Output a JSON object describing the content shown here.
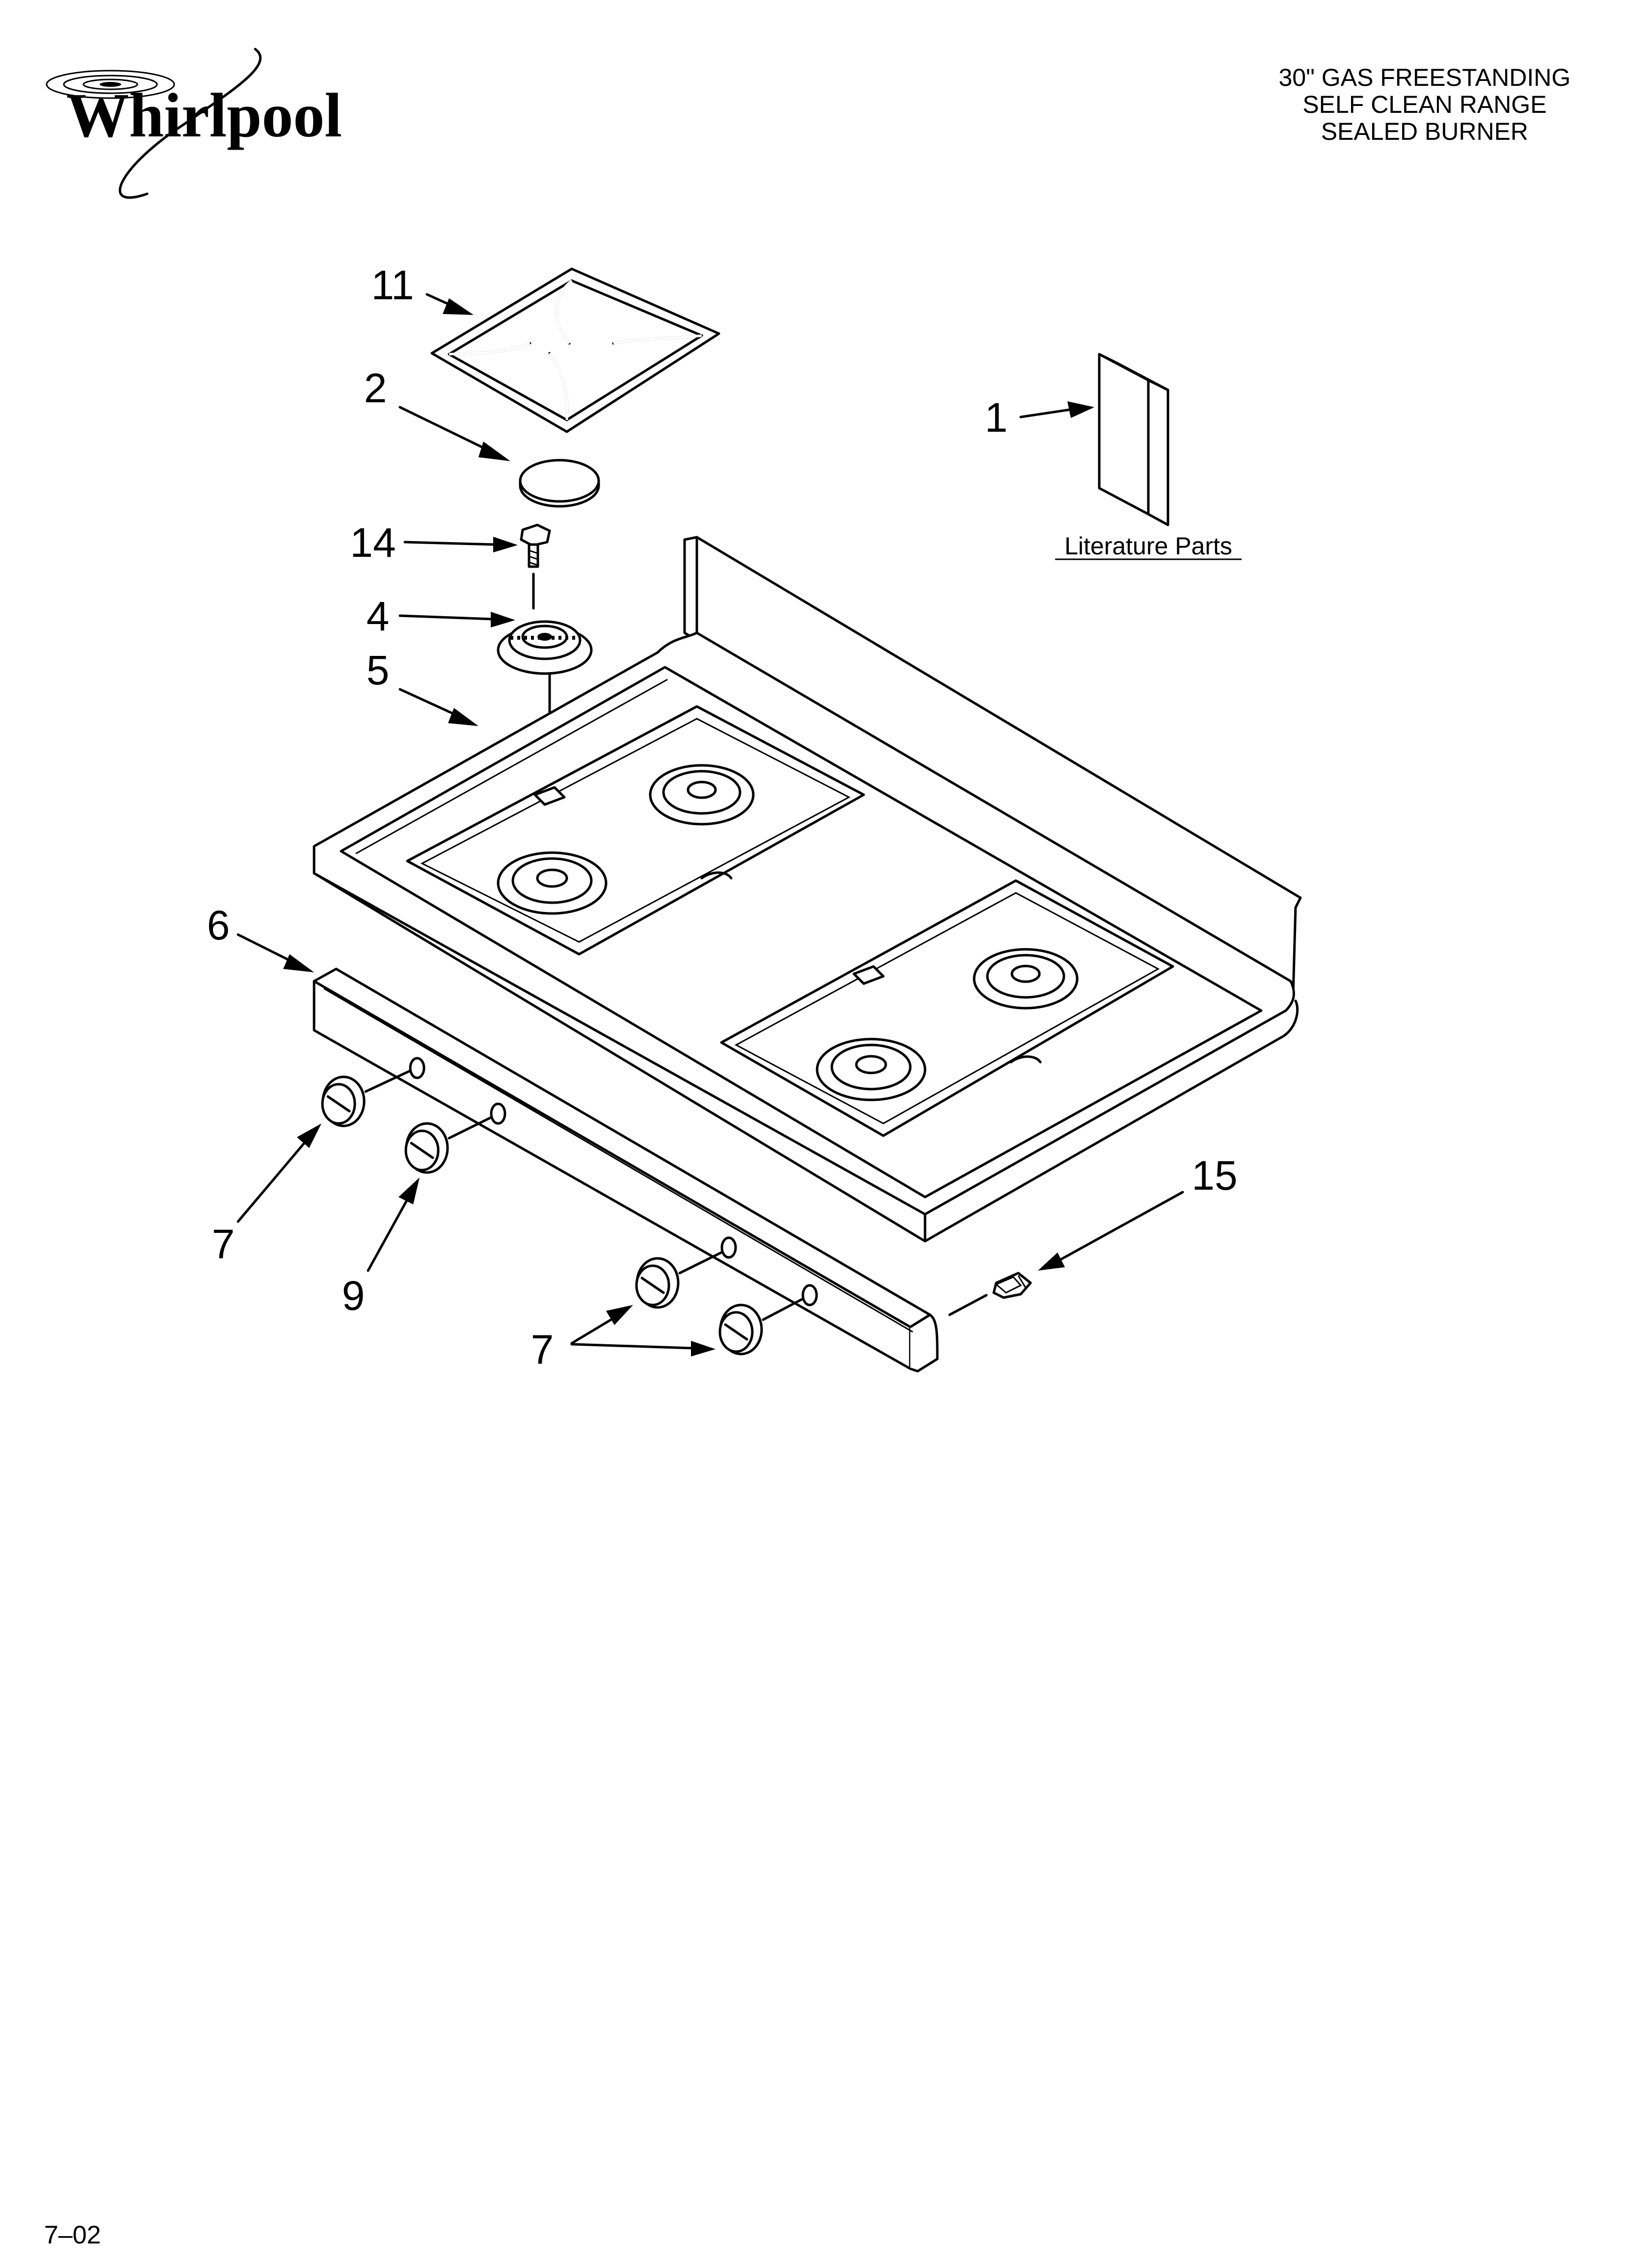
{
  "brand": {
    "logo_text": "Whirlpool",
    "logo_icon": "whirlpool-swirl-logo"
  },
  "header": {
    "title_lines": [
      "30\" GAS FREESTANDING",
      "SELF CLEAN RANGE",
      "SEALED BURNER"
    ]
  },
  "literature": {
    "label": "Literature Parts",
    "callout": "1"
  },
  "callouts": {
    "grate": "11",
    "burner_cap": "2",
    "screw_top": "14",
    "burner_base": "4",
    "cooktop": "5",
    "control_panel": "6",
    "knob_left": "7",
    "knob_left_inner": "9",
    "knob_right_pair": "7",
    "screw_side": "15"
  },
  "footer": {
    "date_code": "7–02"
  },
  "colors": {
    "ink": "#000000",
    "paper": "#ffffff"
  }
}
